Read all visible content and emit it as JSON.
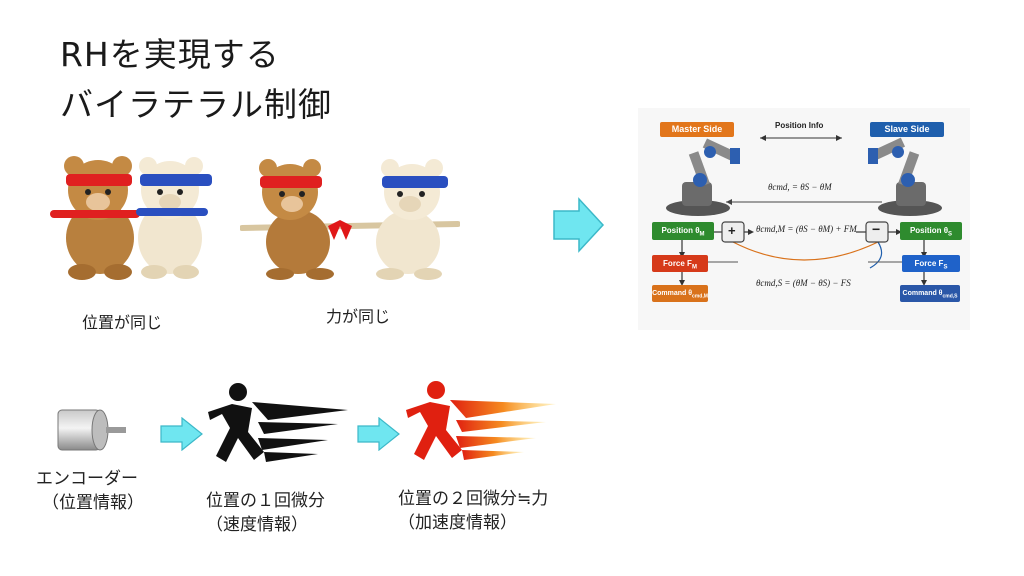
{
  "title": {
    "line1": "RHを実現する",
    "line2": "バイラテラル制御"
  },
  "bears": {
    "same_position": "位置が同じ",
    "same_force": "力が同じ"
  },
  "diagram": {
    "master_side": "Master Side",
    "slave_side": "Slave Side",
    "position_info": "Position Info",
    "position_m": "Position θ",
    "position_m_sub": "M",
    "position_s": "Position θ",
    "position_s_sub": "S",
    "force_m": "Force F",
    "force_m_sub": "M",
    "force_s": "Force F",
    "force_s_sub": "S",
    "command_m": "Command θ",
    "command_m_sub": "cmd,M",
    "command_s": "Command θ",
    "command_s_sub": "cmd,S",
    "plus": "+",
    "minus": "−",
    "eq_top": "θcmd, = θS − θM",
    "eq_mid": "θcmd,M = (θS − θM) + FM",
    "eq_bot": "θcmd,S = (θM − θS) − FS",
    "colors": {
      "master": "#e2761b",
      "slave": "#1f5fad",
      "position": "#2e8b2e",
      "force_m": "#d63a1a",
      "command_m": "#d9721b",
      "force_s": "#1f62c9",
      "command_s": "#2a57a8"
    }
  },
  "flow": {
    "encoder_line1": "エンコーダー",
    "encoder_line2": "（位置情報）",
    "first_line1": "位置の１回微分",
    "first_line2": "（速度情報）",
    "second_line1": "位置の２回微分≒力",
    "second_line2": "（加速度情報）"
  },
  "colors": {
    "arrow_fill": "#6fe6f0",
    "arrow_stroke": "#3cb8c8",
    "runner1": "#111111",
    "runner2": "#e02010"
  }
}
